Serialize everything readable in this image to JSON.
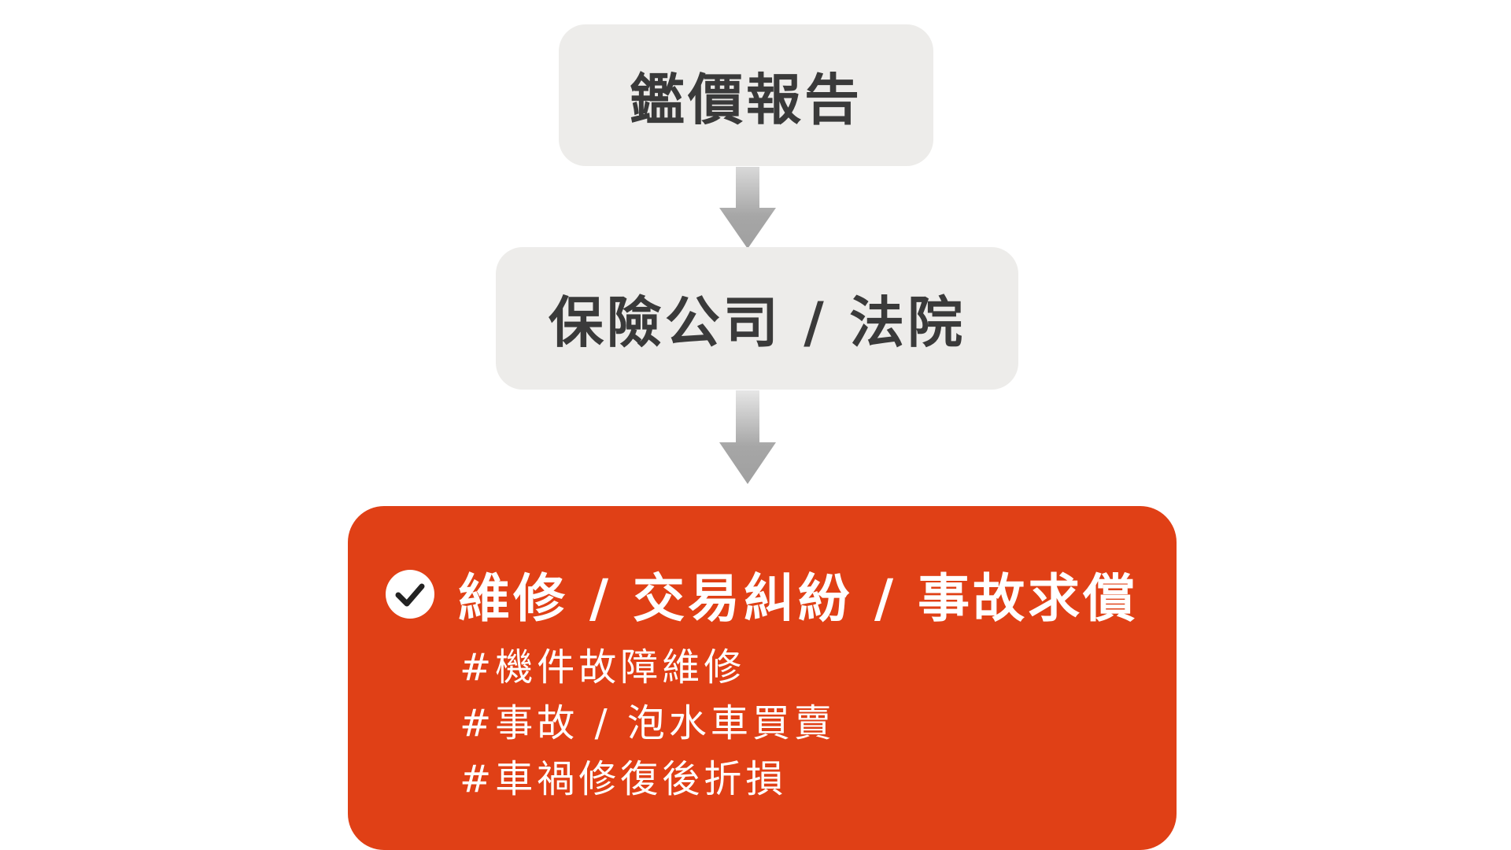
{
  "flow": {
    "step1": {
      "label": "鑑價報告"
    },
    "step2": {
      "label": "保險公司 / 法院"
    },
    "result": {
      "title": "維修 / 交易糾紛 / 事故求償",
      "icon": "check-circle-icon",
      "tags": [
        "#機件故障維修",
        "#事故 / 泡水車買賣",
        "#車禍修復後折損"
      ]
    }
  },
  "colors": {
    "box_background": "#edecea",
    "box_text": "#3a3a3a",
    "result_background": "#e04016",
    "result_text": "#ffffff",
    "arrow": "#a6a6a6"
  }
}
